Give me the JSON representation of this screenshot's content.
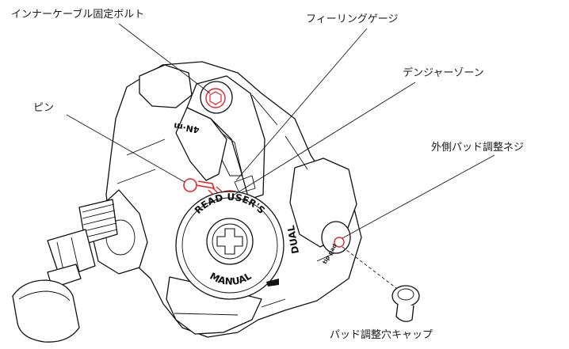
{
  "callouts": {
    "inner_cable_bolt": "インナーケーブル固定ボルト",
    "feeling_gauge": "フィーリングゲージ",
    "danger_zone": "デンジャーゾーン",
    "pin": "ピン",
    "outer_pad_screw": "外側パッド調整ネジ",
    "pad_hole_cap": "パッド調整穴キャップ"
  },
  "engravings": {
    "torque": "4N·m",
    "dial_top": "READ USER'S",
    "dial_bottom": "MANUAL",
    "brand": "DUAL",
    "pad_marking": "tip pad"
  },
  "colors": {
    "accent": "#e8262a",
    "line": "#111111",
    "label": "#1a1a1a"
  }
}
